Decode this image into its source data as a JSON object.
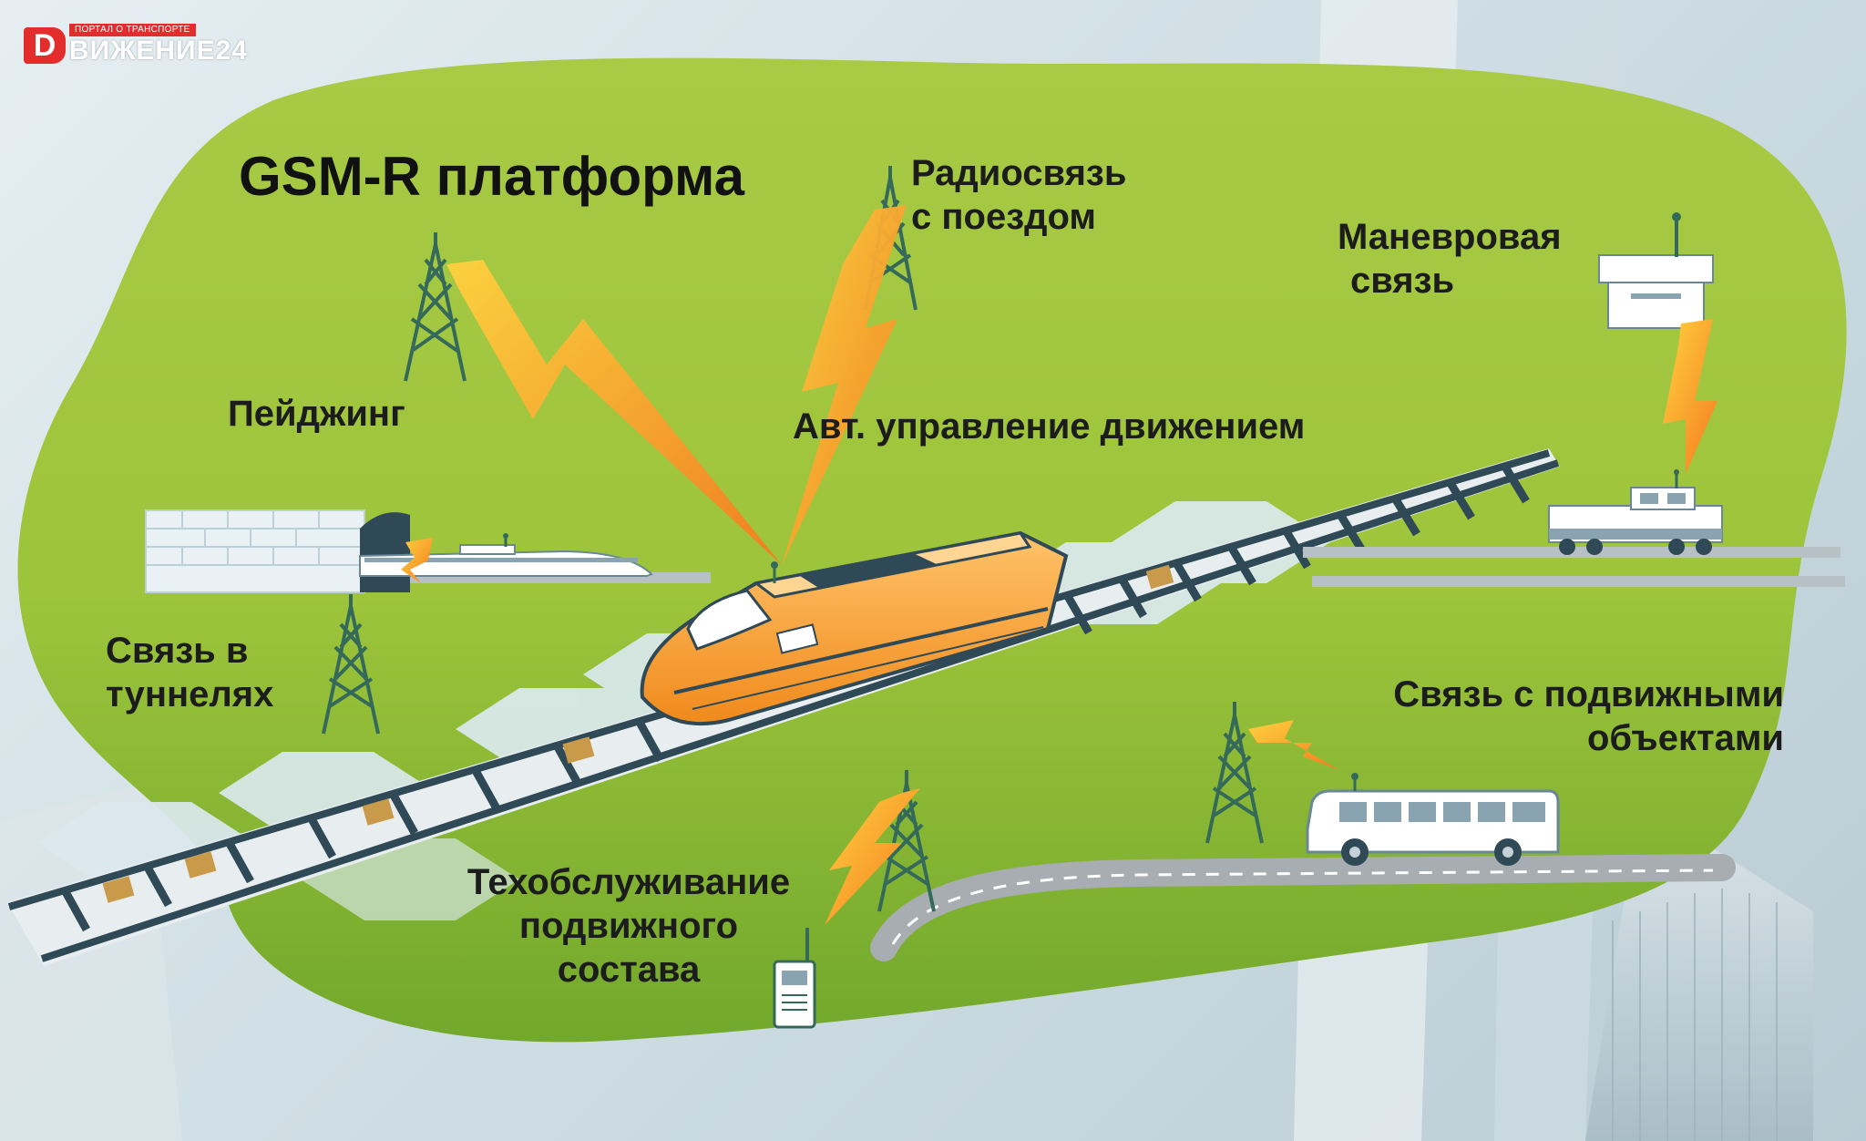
{
  "logo": {
    "letter": "D",
    "tagline": "ПОРТАЛ О ТРАНСПОРТЕ",
    "name": "ВИЖЕНИЕ24"
  },
  "title": "GSM-R платформа",
  "labels": {
    "radio_train": [
      "Радиосвязь",
      "с поездом"
    ],
    "shunting": [
      "Маневровая",
      "связь"
    ],
    "paging": "Пейджинг",
    "auto_control": "Авт. управление движением",
    "tunnels": [
      "Связь в",
      "туннелях"
    ],
    "mobile_objects": [
      "Связь с подвижными",
      "объектами"
    ],
    "maintenance": [
      "Техобслуживание",
      "подвижного",
      "состава"
    ]
  },
  "colors": {
    "blob_green": "#9dc43b",
    "blob_green_dark": "#6fa62b",
    "tower": "#356a5b",
    "lightning": "#f7941d",
    "train": "#f7a23a",
    "track": "#2f4957",
    "hex": "#d8e8ee",
    "logo_red": "#e32d2d"
  }
}
